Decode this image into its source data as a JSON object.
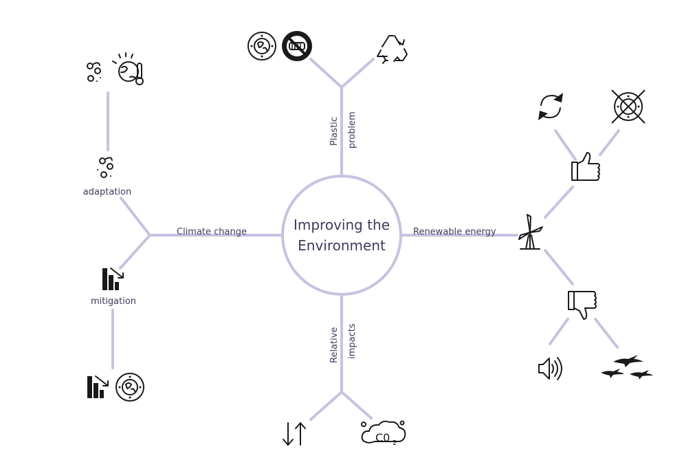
{
  "center": {
    "line1": "Improving the",
    "line2": "Environment"
  },
  "branches": {
    "plastic": {
      "line1": "Plastic",
      "line2": "problem"
    },
    "renewable": {
      "label": "Renewable energy"
    },
    "relative": {
      "line1": "Relative",
      "line2": "impacts"
    },
    "climate": {
      "label": "Climate change"
    }
  },
  "subnodes": {
    "adaptation": "adaptation",
    "mitigation": "mitigation"
  },
  "icons": {
    "co2_text": "C0",
    "co2_sub": "2"
  },
  "colors": {
    "branch": "#c7c2e0",
    "text": "#3d3a5c",
    "icon": "#1a1a1a"
  }
}
